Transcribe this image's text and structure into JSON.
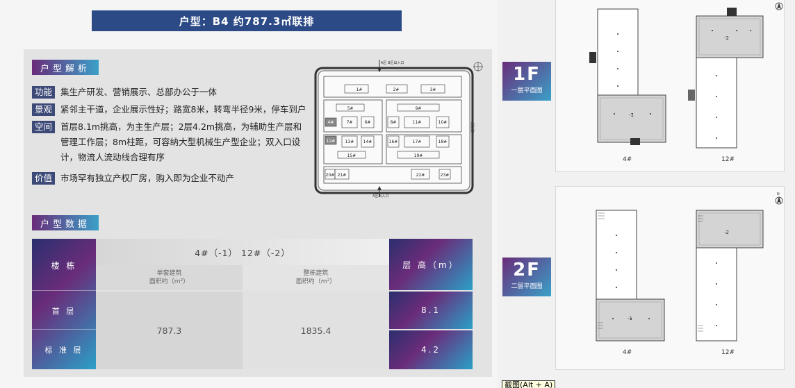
{
  "title": "户型：B4 约787.3㎡联排",
  "analysis": {
    "heading": "户型解析",
    "items": [
      {
        "tag": "功能",
        "text": "集生产研发、营销展示、总部办公于一体"
      },
      {
        "tag": "景观",
        "text": "紧邻主干道，企业展示性好；路宽8米，转弯半径9米，停车到户"
      },
      {
        "tag": "空间",
        "text": "首层8.1m挑高，为主生产层；2层4.2m挑高，为辅助生产层和管理工作层；8m柱距，可容纳大型机械生产型企业；双入口设计，物流人流动线合理有序"
      },
      {
        "tag": "价值",
        "text": "市场罕有独立产权厂房，购入即为企业不动产"
      }
    ]
  },
  "sitemap": {
    "entrance_top": "A区 B区出入口",
    "entrance_bottom": "A区出入口",
    "road": "规划路",
    "lots": [
      "1#",
      "2#",
      "3#",
      "5#",
      "9#",
      "7#",
      "6#",
      "8#",
      "11#",
      "10#",
      "4#",
      "12#",
      "13#",
      "14#",
      "16#",
      "17#",
      "18#",
      "15#",
      "19#",
      "20#",
      "21#",
      "22#",
      "23#"
    ]
  },
  "data_section": {
    "heading": "户型数据",
    "units": "4#（-1） 12#（-2）",
    "col_building": "楼 栋",
    "col_unit_area": "单套建筑\n面积约（m²）",
    "col_total_area": "整栋建筑\n面积约（m²）",
    "col_height": "层 高（m）",
    "rows": [
      {
        "label": "首 层",
        "height": "8.1"
      },
      {
        "label": "标 准 层",
        "height": "4.2"
      }
    ],
    "unit_area": "787.3",
    "total_area": "1835.4"
  },
  "floors": [
    {
      "big": "1F",
      "small": "一层平面图",
      "left_label": "4#",
      "right_label": "12#",
      "unit_left": "-1",
      "unit_right": "-2"
    },
    {
      "big": "2F",
      "small": "二层平面图",
      "left_label": "4#",
      "right_label": "12#",
      "unit_left": "-1",
      "unit_right": "-2"
    }
  ],
  "north_symbol": "N",
  "screenshot_tip": "截图(Alt + A)"
}
